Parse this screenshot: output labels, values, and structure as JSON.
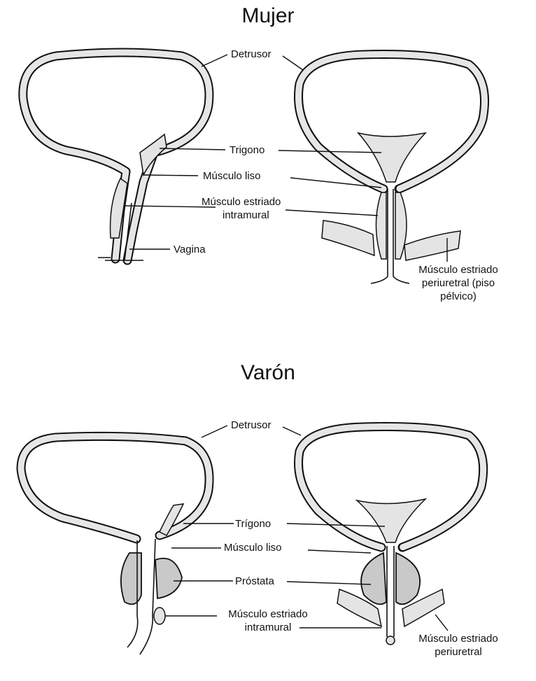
{
  "female": {
    "title": "Mujer",
    "labels": {
      "detrusor": "Detrusor",
      "trigono": "Trigono",
      "musculo_liso": "Músculo liso",
      "estriado_intramural_1": "Músculo estriado",
      "estriado_intramural_2": "intramural",
      "vagina": "Vagina",
      "periuretral_1": "Músculo estriado",
      "periuretral_2": "periuretral (piso",
      "periuretral_3": "pélvico)"
    }
  },
  "male": {
    "title": "Varón",
    "labels": {
      "detrusor": "Detrusor",
      "trigono": "Trígono",
      "musculo_liso": "Músculo liso",
      "prostata": "Próstata",
      "estriado_intramural_1": "Músculo estriado",
      "estriado_intramural_2": "intramural",
      "periuretral_1": "Músculo estriado",
      "periuretral_2": "periuretral"
    }
  }
}
